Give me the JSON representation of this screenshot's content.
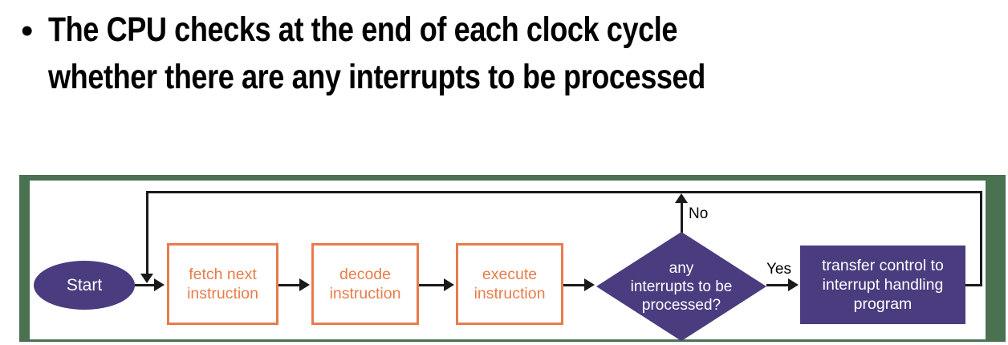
{
  "title": {
    "bullet": "•",
    "line1": "The CPU checks at the end of each clock cycle",
    "line2": "whether there are any interrupts to be processed"
  },
  "flowchart": {
    "start": {
      "label": "Start"
    },
    "steps": [
      {
        "name": "fetch",
        "label": "fetch next\ninstruction"
      },
      {
        "name": "decode",
        "label": "decode\ninstruction"
      },
      {
        "name": "execute",
        "label": "execute\ninstruction"
      }
    ],
    "decision": {
      "label": "any\ninterrupts to be\nprocessed?"
    },
    "action": {
      "label": "transfer control to\ninterrupt handling\nprogram"
    },
    "edge_labels": {
      "no": "No",
      "yes": "Yes"
    }
  },
  "colors": {
    "purple": "#4a3c7f",
    "orange": "#e87c4b",
    "green": "#4a7150",
    "ink": "#1a1a1a"
  }
}
